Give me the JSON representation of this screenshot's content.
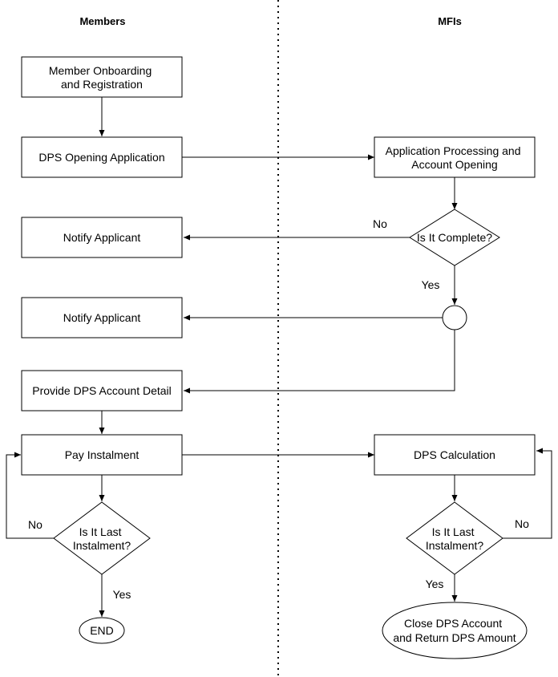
{
  "lanes": {
    "members": "Members",
    "mfis": "MFIs"
  },
  "nodes": {
    "onboarding": [
      "Member Onboarding",
      "and Registration"
    ],
    "dps_application": [
      "DPS Opening Application"
    ],
    "processing": [
      "Application Processing and",
      "Account Opening"
    ],
    "is_complete": [
      "Is It Complete?"
    ],
    "notify_1": [
      "Notify Applicant"
    ],
    "notify_2": [
      "Notify Applicant"
    ],
    "provide_detail": [
      "Provide DPS Account Detail"
    ],
    "pay_instalment": [
      "Pay Instalment"
    ],
    "dps_calculation": [
      "DPS Calculation"
    ],
    "last_instalment_member": [
      "Is It Last",
      "Instalment?"
    ],
    "last_instalment_mfi": [
      "Is It Last",
      "Instalment?"
    ],
    "end": [
      "END"
    ],
    "close_account": [
      "Close DPS Account",
      "and Return DPS Amount"
    ]
  },
  "labels": {
    "complete_no": "No",
    "complete_yes": "Yes",
    "member_last_no": "No",
    "member_last_yes": "Yes",
    "mfi_last_no": "No",
    "mfi_last_yes": "Yes"
  },
  "colors": {
    "stroke": "#000000",
    "fill": "#ffffff",
    "divider": "#000000"
  }
}
